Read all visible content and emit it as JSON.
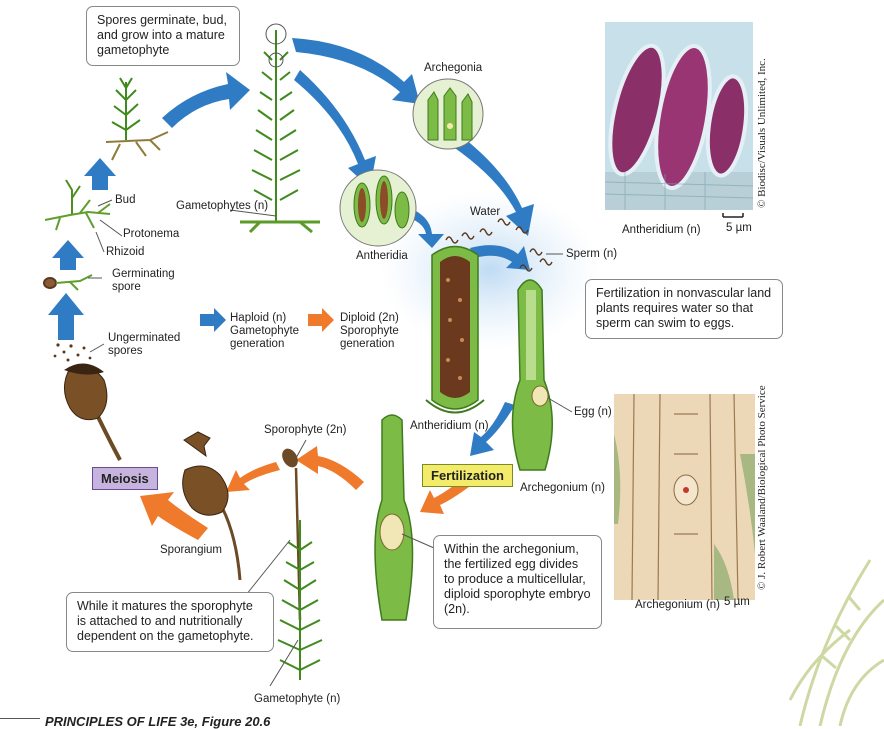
{
  "callouts": {
    "spores_germinate": "Spores germinate, bud, and grow into a mature gametophyte",
    "fertilization_water": "Fertilization in nonvascular land plants requires water so that sperm can swim to eggs.",
    "archegonium_egg": "Within the archegonium, the fertilized egg divides to produce a multicellular, diploid sporophyte embryo (2n).",
    "sporophyte_attached": "While it matures the sporophyte is attached to and nutritionally dependent on the gametophyte."
  },
  "labels": {
    "archegonia": "Archegonia",
    "gametophytes": "Gametophytes (n)",
    "antheridia": "Antheridia",
    "water": "Water",
    "sperm": "Sperm (n)",
    "bud": "Bud",
    "protonema": "Protonema",
    "rhizoid": "Rhizoid",
    "germinating_spore": "Germinating spore",
    "ungerminated_spores": "Ungerminated spores",
    "antheridium_photo": "Antheridium (n)",
    "antheridium_diagram": "Antheridium (n)",
    "egg": "Egg (n)",
    "archegonium_diagram": "Archegonium (n)",
    "archegonium_photo": "Archegonium (n)",
    "sporophyte": "Sporophyte (2n)",
    "sporangium": "Sporangium",
    "gametophyte_bottom": "Gametophyte (n)",
    "scale_top": "5 µm",
    "scale_bottom": "5 µm"
  },
  "legend": {
    "haploid": "Haploid (n) Gametophyte generation",
    "diploid": "Diploid (2n) Sporophyte generation",
    "haploid_color": "#2f7cc4",
    "diploid_color": "#ef7a2b"
  },
  "tags": {
    "meiosis": "Meiosis",
    "fertilization": "Fertilization"
  },
  "credits": {
    "top": "© Biodisc/Visuals Unlimited, Inc.",
    "bottom": "© J. Robert Waaland/Biological Photo Service"
  },
  "footer": "PRINCIPLES OF LIFE 3e, Figure 20.6"
}
